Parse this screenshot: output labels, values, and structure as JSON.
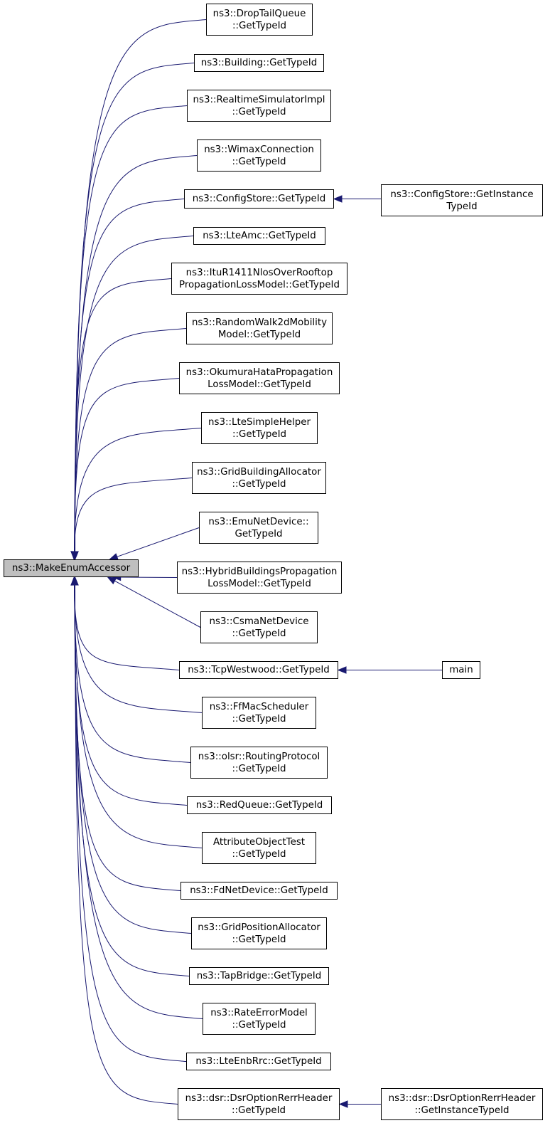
{
  "root": {
    "id": "root",
    "lines": [
      "ns3::MakeEnumAccessor"
    ]
  },
  "callers": [
    {
      "id": "n1",
      "lines": [
        "ns3::DropTailQueue",
        "::GetTypeId"
      ]
    },
    {
      "id": "n2",
      "lines": [
        "ns3::Building::GetTypeId"
      ]
    },
    {
      "id": "n3",
      "lines": [
        "ns3::RealtimeSimulatorImpl",
        "::GetTypeId"
      ]
    },
    {
      "id": "n4",
      "lines": [
        "ns3::WimaxConnection",
        "::GetTypeId"
      ]
    },
    {
      "id": "n5",
      "lines": [
        "ns3::ConfigStore::GetTypeId"
      ]
    },
    {
      "id": "n6",
      "lines": [
        "ns3::LteAmc::GetTypeId"
      ]
    },
    {
      "id": "n7",
      "lines": [
        "ns3::ItuR1411NlosOverRooftop",
        "PropagationLossModel::GetTypeId"
      ]
    },
    {
      "id": "n8",
      "lines": [
        "ns3::RandomWalk2dMobility",
        "Model::GetTypeId"
      ]
    },
    {
      "id": "n9",
      "lines": [
        "ns3::OkumuraHataPropagation",
        "LossModel::GetTypeId"
      ]
    },
    {
      "id": "n10",
      "lines": [
        "ns3::LteSimpleHelper",
        "::GetTypeId"
      ]
    },
    {
      "id": "n11",
      "lines": [
        "ns3::GridBuildingAllocator",
        "::GetTypeId"
      ]
    },
    {
      "id": "n12",
      "lines": [
        "ns3::EmuNetDevice::",
        "GetTypeId"
      ]
    },
    {
      "id": "n13",
      "lines": [
        "ns3::HybridBuildingsPropagation",
        "LossModel::GetTypeId"
      ]
    },
    {
      "id": "n14",
      "lines": [
        "ns3::CsmaNetDevice",
        "::GetTypeId"
      ]
    },
    {
      "id": "n15",
      "lines": [
        "ns3::TcpWestwood::GetTypeId"
      ]
    },
    {
      "id": "n16",
      "lines": [
        "ns3::FfMacScheduler",
        "::GetTypeId"
      ]
    },
    {
      "id": "n17",
      "lines": [
        "ns3::olsr::RoutingProtocol",
        "::GetTypeId"
      ]
    },
    {
      "id": "n18",
      "lines": [
        "ns3::RedQueue::GetTypeId"
      ]
    },
    {
      "id": "n19",
      "lines": [
        "AttributeObjectTest",
        "::GetTypeId"
      ]
    },
    {
      "id": "n20",
      "lines": [
        "ns3::FdNetDevice::GetTypeId"
      ]
    },
    {
      "id": "n21",
      "lines": [
        "ns3::GridPositionAllocator",
        "::GetTypeId"
      ]
    },
    {
      "id": "n22",
      "lines": [
        "ns3::TapBridge::GetTypeId"
      ]
    },
    {
      "id": "n23",
      "lines": [
        "ns3::RateErrorModel",
        "::GetTypeId"
      ]
    },
    {
      "id": "n24",
      "lines": [
        "ns3::LteEnbRrc::GetTypeId"
      ]
    },
    {
      "id": "n25",
      "lines": [
        "ns3::dsr::DsrOptionRerrHeader",
        "::GetTypeId"
      ]
    }
  ],
  "second_level": [
    {
      "id": "s1",
      "lines": [
        "ns3::ConfigStore::GetInstance",
        "TypeId"
      ],
      "calls": "n5"
    },
    {
      "id": "s2",
      "lines": [
        "main"
      ],
      "calls": "n15"
    },
    {
      "id": "s3",
      "lines": [
        "ns3::dsr::DsrOptionRerrHeader",
        "::GetInstanceTypeId"
      ],
      "calls": "n25"
    }
  ],
  "colors": {
    "edge": "#191970",
    "root_fill": "#bfbfbf",
    "node_fill": "#ffffff",
    "border": "#000000"
  }
}
